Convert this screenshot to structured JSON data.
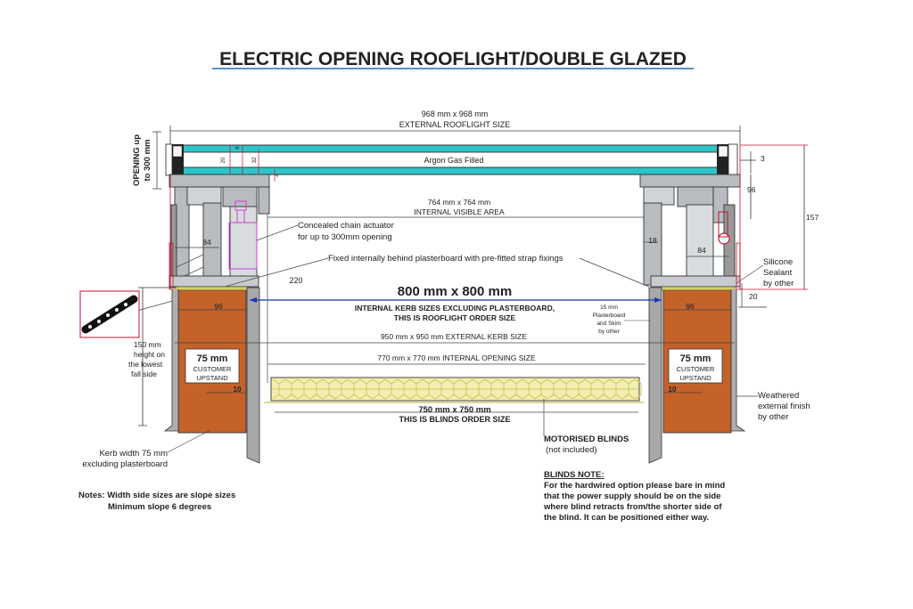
{
  "title": "ELECTRIC OPENING ROOFLIGHT/DOUBLE GLAZED",
  "opening": {
    "line1": "OPENING up",
    "line2": "to 300 mm"
  },
  "external": {
    "size": "968 mm x 968 mm",
    "label": "EXTERNAL ROOFLIGHT SIZE"
  },
  "argon_label": "Argon Gas Filled",
  "internal_visible": {
    "size": "764 mm x 764 mm",
    "label": "INTERNAL VISIBLE AREA"
  },
  "actuator": {
    "line1": "Concealed chain actuator",
    "line2": "for up to 300mm opening"
  },
  "fixed_note": "Fixed internally behind plasterboard with pre-fitted strap fixings",
  "kerb_internal": {
    "size": "800 mm x 800 mm",
    "line1": "INTERNAL KERB SIZES EXCLUDING PLASTERBOARD,",
    "line2": "THIS IS ROOFLIGHT ORDER SIZE"
  },
  "plasterboard": {
    "line1": "15 mm",
    "line2": "Plasterboard",
    "line3": "and Skim",
    "line4": "by other"
  },
  "ext_kerb_label": "950 mm x 950 mm EXTERNAL KERB SIZE",
  "int_opening_label": "770 mm x 770 mm INTERNAL OPENING SIZE",
  "blinds_size": {
    "size": "750 mm x 750 mm",
    "label": "THIS IS BLINDS ORDER SIZE"
  },
  "upstand": {
    "size": "75 mm",
    "line1": "CUSTOMER",
    "line2": "UPSTAND"
  },
  "height_note": {
    "line1": "150 mm",
    "line2": "height on",
    "line3": "the lowest",
    "line4": "fall side"
  },
  "kerb_width": {
    "line1": "Kerb width 75 mm",
    "line2": "excluding plasterboard"
  },
  "notes": {
    "line1": "Notes: Width side sizes are slope sizes",
    "line2": "Minimum slope 6 degrees"
  },
  "motorised": {
    "line1": "MOTORISED BLINDS",
    "line2": "(not included)"
  },
  "blinds_note": {
    "heading": "BLINDS NOTE:",
    "lines": [
      "For the hardwired option please bare in mind",
      "that the power supply should be on the side",
      "where blind retracts from/the shorter side of",
      "the blind. It can be positioned either way."
    ]
  },
  "silicone": {
    "line1": "Silicone",
    "line2": "Sealant",
    "line3": "by other"
  },
  "weathered": {
    "line1": "Weathered",
    "line2": "external finish",
    "line3": "by other"
  },
  "dims": {
    "d84": "84",
    "d96": "96",
    "d10": "10",
    "d18": "18",
    "d220": "220",
    "d3": "3",
    "d157": "157",
    "d20": "20",
    "g20": "20",
    "g6": "6",
    "g32": "32",
    "g4": "4"
  },
  "colors": {
    "title": "#2b6cb0",
    "glass": "#2fc4c8",
    "kerb": "#c4622a",
    "accent_red": "#c8102e",
    "accent_blue": "#1a35b5",
    "actuator": "#d040d0",
    "blinds_fill": "#f2eeb0",
    "blinds_line": "#c8c050",
    "profile": "#b8bcc0",
    "board": "#a8a8a8"
  }
}
